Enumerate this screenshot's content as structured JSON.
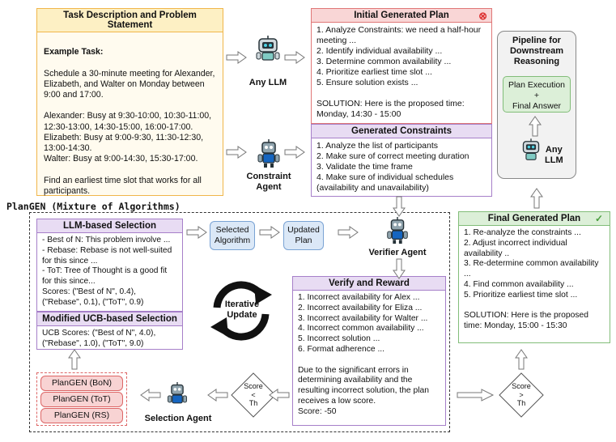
{
  "task": {
    "header": "Task Description and Problem Statement",
    "title": "Example Task:",
    "body": "Schedule a 30-minute meeting for Alexander, Elizabeth, and Walter on Monday between 9:00 and 17:00.\n\nAlexander: Busy at 9:30-10:00, 10:30-11:00, 12:30-13:00, 14:30-15:00, 16:00-17:00.\nElizabeth: Busy at 9:00-9:30, 11:30-12:30, 13:00-14:30.\nWalter: Busy at 9:00-14:30, 15:30-17:00.\n\nFind an earliest time slot that works for all participants."
  },
  "any_llm_label": "Any LLM",
  "constraint_agent_label": "Constraint\nAgent",
  "initial_plan": {
    "header": "Initial Generated Plan",
    "body": "1. Analyze Constraints: we need a half-hour meeting ...\n2. Identify individual availability ...\n3. Determine common availability ...\n4. Prioritize earliest time slot ...\n5. Ensure solution exists ...\n\nSOLUTION: Here is the proposed time: Monday, 14:30 - 15:00"
  },
  "constraints": {
    "header": "Generated Constraints",
    "body": "1. Analyze the list of participants\n2. Make sure of correct meeting duration\n3. Validate the time frame\n4. Make sure of individual schedules (availability and unavailability)"
  },
  "pipeline": {
    "title": "Pipeline for Downstream Reasoning",
    "plan_exec": "Plan Execution\n+\nFinal Answer",
    "llm_label": "Any\nLLM"
  },
  "plangen_title": "PlanGEN (Mixture of Algorithms)",
  "llm_selection": {
    "header": "LLM-based Selection",
    "body": "- Best of N: This problem involve ...\n- Rebase: Rebase is not well-suited for this since ...\n- ToT: Tree of Thought is a good fit for this since...\nScores: (\"Best of N\", 0.4), (\"Rebase\", 0.1), (\"ToT\", 0.9)"
  },
  "ucb": {
    "header": "Modified UCB-based Selection",
    "body": "UCB Scores: (\"Best of N\", 4.0), (\"Rebase\", 1.0), (\"ToT\", 9.0)"
  },
  "selected_algorithm": "Selected Algorithm",
  "updated_plan": "Updated Plan",
  "verifier_agent_label": "Verifier Agent",
  "iterative_update": "Iterative\nUpdate",
  "verify": {
    "header": "Verify and Reward",
    "body": "1. Incorrect availability for Alex ...\n2. Incorrect availability for Eliza ...\n3. Incorrect availability for Walter ...\n4. Incorrect common availability ...\n5. Incorrect solution ...\n6. Format adherence ...\n\nDue to the significant errors in determining availability and the resulting incorrect solution, the plan receives a low score.\nScore: -50"
  },
  "final_plan": {
    "header": "Final Generated Plan",
    "body": "1. Re-analyze the constraints ...\n2. Adjust incorrect individual availability ..\n3. Re-determine common availability ...\n4. Find common availability ...\n5. Prioritize earliest time slot ...\n\nSOLUTION: Here is the proposed time: Monday, 15:00 - 15:30"
  },
  "plangen_buttons": [
    "PlanGEN (BoN)",
    "PlanGEN (ToT)",
    "PlanGEN (RS)"
  ],
  "selection_agent_label": "Selection Agent",
  "score_lt": "Score\n<\nTh",
  "score_gt": "Score\n>\nTh",
  "colors": {
    "task": "#f0b64a",
    "task_hdr": "#fdf0c4",
    "initial": "#e07777",
    "initial_hdr": "#f9d6d6",
    "purple": "#a67fc9",
    "purple_hdr": "#e8dcf3",
    "green": "#82bd79",
    "green_hdr": "#dcefd8"
  }
}
